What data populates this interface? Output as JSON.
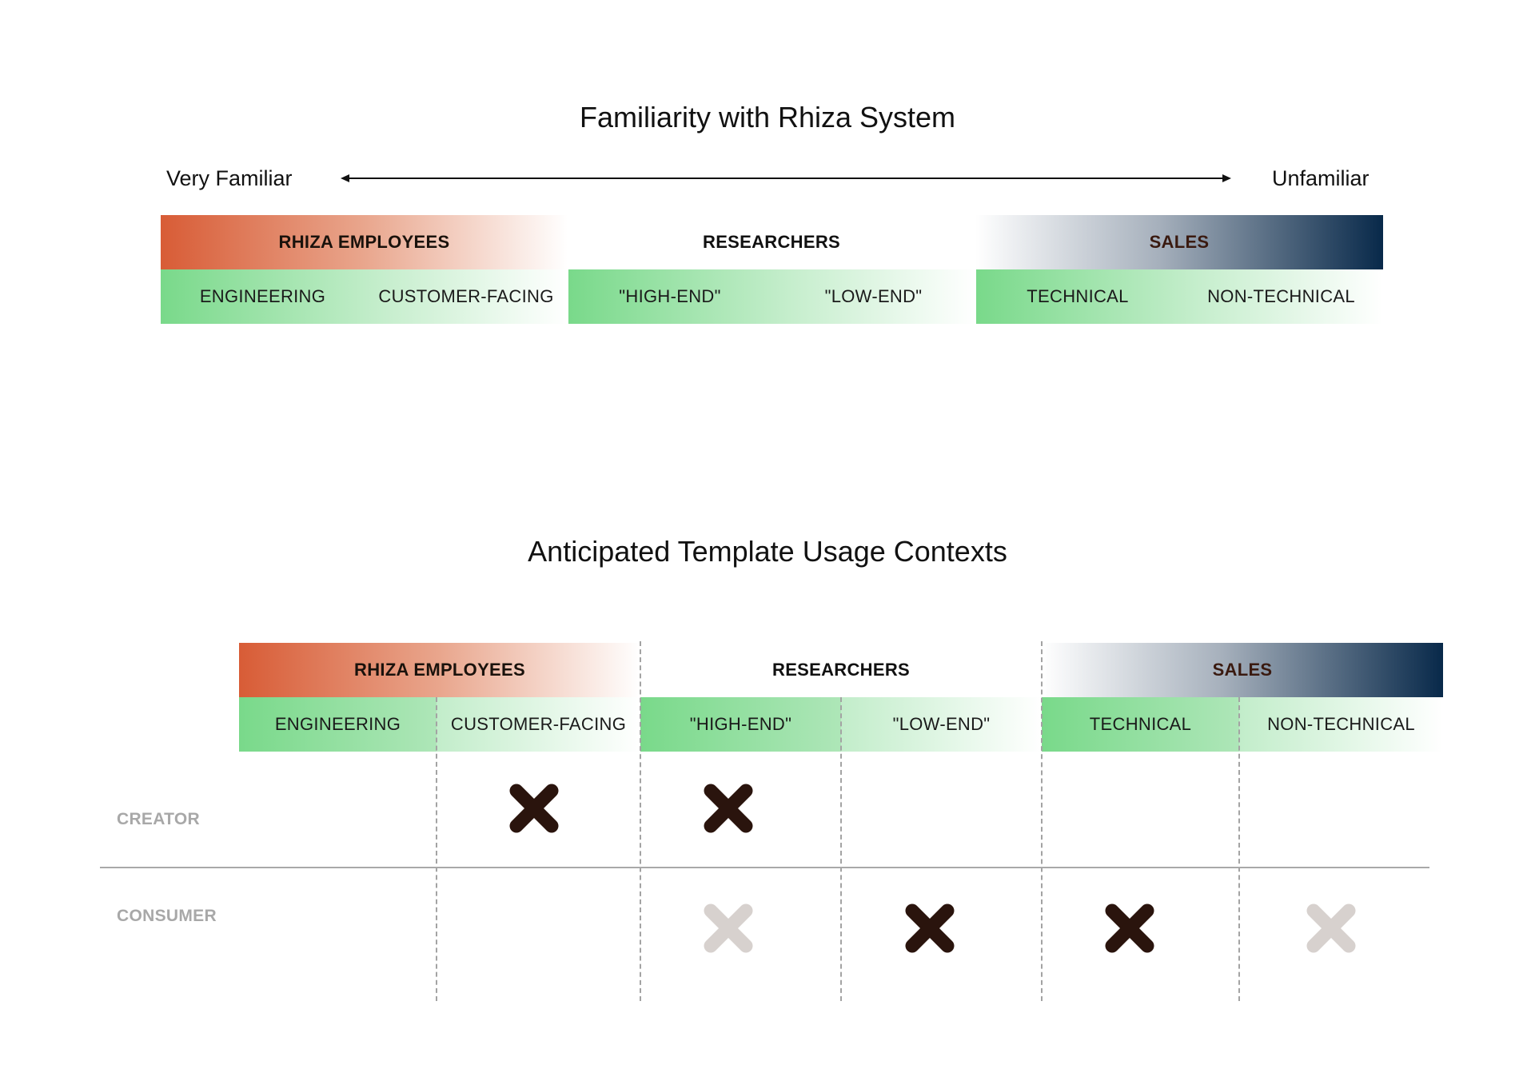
{
  "familiarity": {
    "title": "Familiarity with Rhiza System",
    "left_label": "Very Familiar",
    "right_label": "Unfamiliar",
    "groups": [
      {
        "label": "RHIZA EMPLOYEES",
        "subs": [
          "ENGINEERING",
          "CUSTOMER-FACING"
        ]
      },
      {
        "label": "RESEARCHERS",
        "subs": [
          "\"HIGH-END\"",
          "\"LOW-END\""
        ]
      },
      {
        "label": "SALES",
        "subs": [
          "TECHNICAL",
          "NON-TECHNICAL"
        ]
      }
    ]
  },
  "usage": {
    "title": "Anticipated Template Usage Contexts",
    "groups": [
      {
        "label": "RHIZA EMPLOYEES",
        "subs": [
          "ENGINEERING",
          "CUSTOMER-FACING"
        ]
      },
      {
        "label": "RESEARCHERS",
        "subs": [
          "\"HIGH-END\"",
          "\"LOW-END\""
        ]
      },
      {
        "label": "SALES",
        "subs": [
          "TECHNICAL",
          "NON-TECHNICAL"
        ]
      }
    ],
    "rows": [
      {
        "label": "CREATOR",
        "marks": [
          "none",
          "primary",
          "primary",
          "none",
          "none",
          "none"
        ]
      },
      {
        "label": "CONSUMER",
        "marks": [
          "none",
          "none",
          "secondary",
          "primary",
          "primary",
          "secondary"
        ]
      }
    ],
    "mark_colors": {
      "primary": "#2a140d",
      "secondary": "#d7d1ce"
    }
  }
}
